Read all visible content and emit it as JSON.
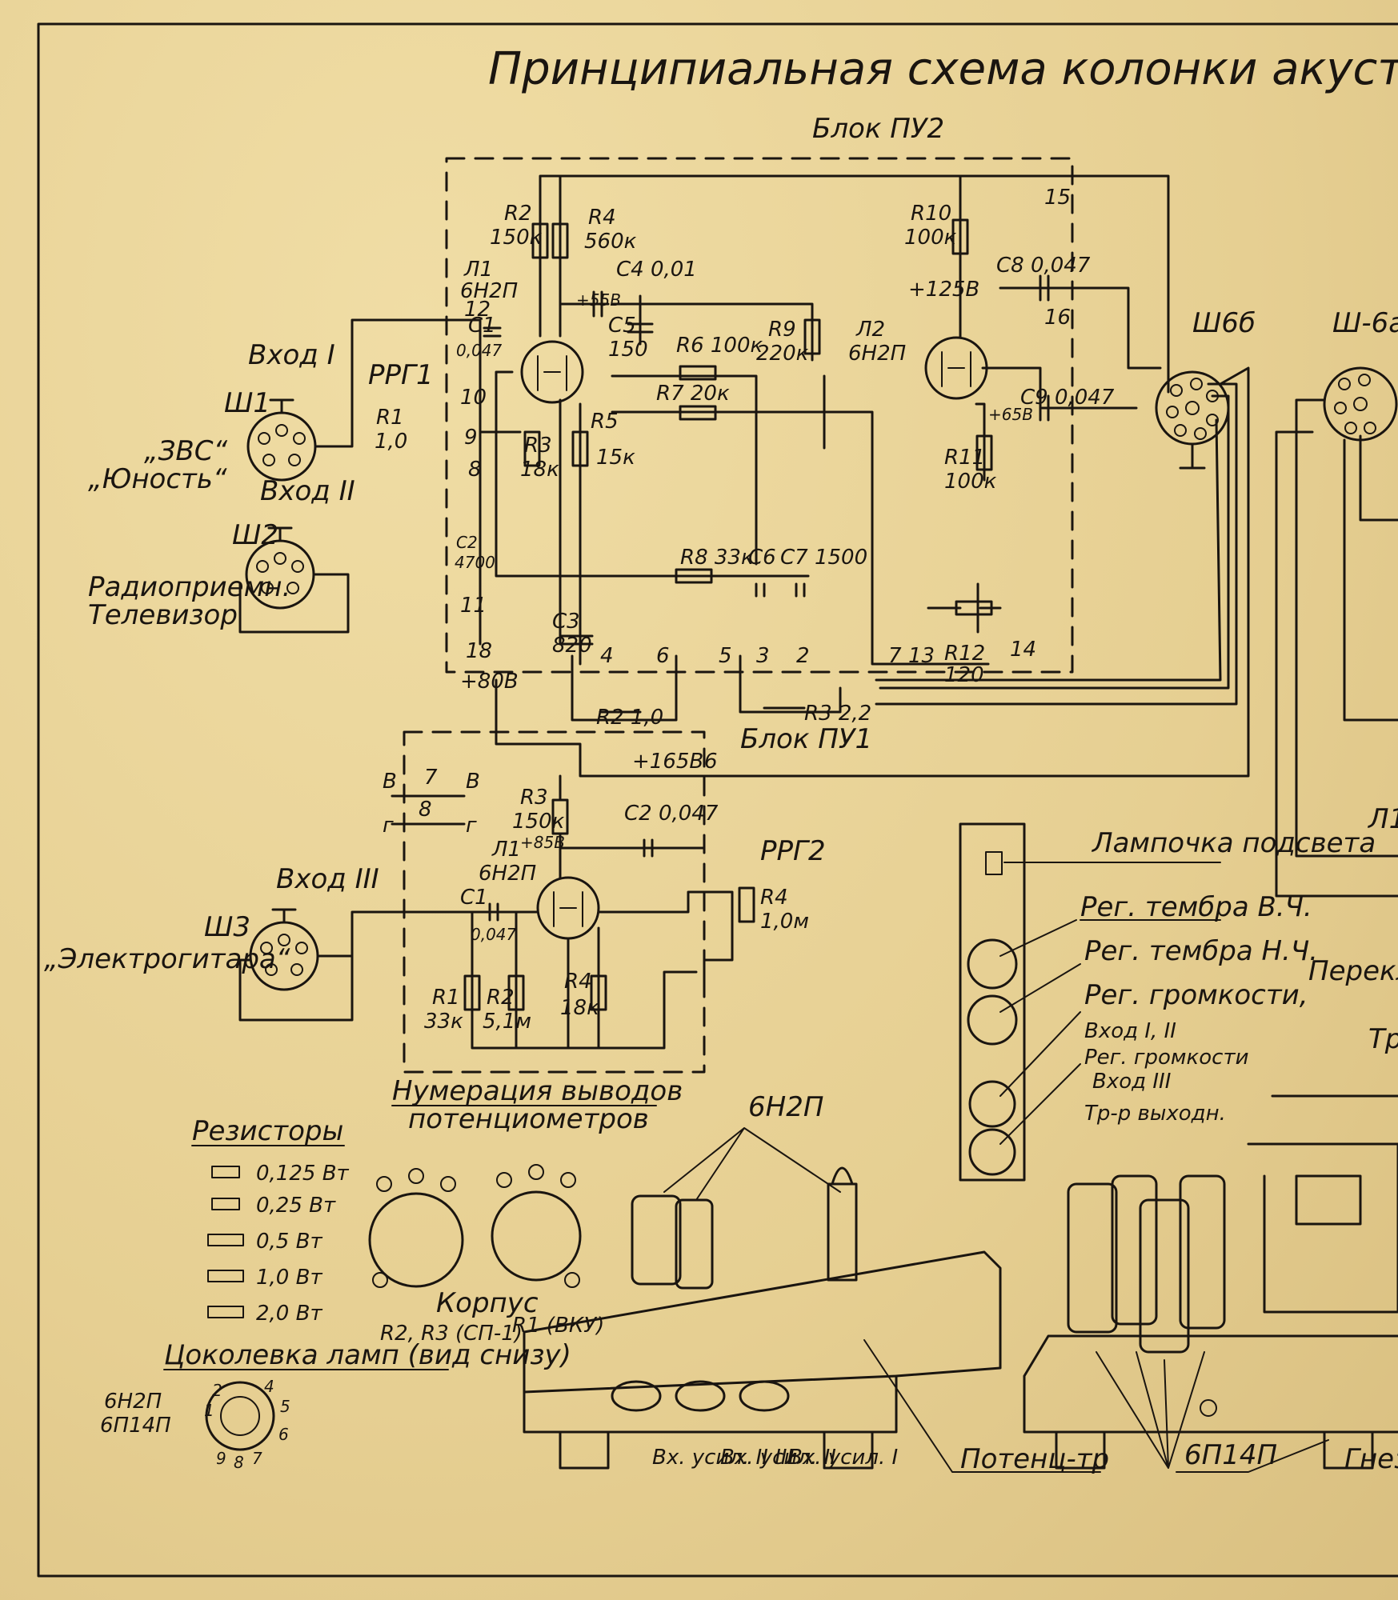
{
  "title": "Принципиальная схема колонки акуст",
  "block_pu2": "Блок ПУ2",
  "block_pu1": "Блок ПУ1",
  "inputs": {
    "in1": "Вход I",
    "in2": "Вход II",
    "in3": "Вход III",
    "sh1": "Ш1",
    "sh2": "Ш2",
    "sh3": "Ш3",
    "zvs": "„ЗВС“",
    "yunost": "„Юность“",
    "radio1": "Радиоприемн.",
    "radio2": "Телевизор",
    "guitar": "„Электрогитара“"
  },
  "pu2": {
    "rrg1": "РРГ1",
    "l1": "Л1",
    "l1_type": "6Н2П",
    "l2": "Л2",
    "l2_type": "6Н2П",
    "r1": "R1",
    "r1_val": "1,0",
    "r2": "R2",
    "r2_val": "150к",
    "r3": "R3",
    "r3_val": "18к",
    "r4": "R4",
    "r4_val": "560к",
    "r5": "R5",
    "r5_val": "15к",
    "r6": "R6 100к",
    "r7": "R7 20к",
    "r8": "R8 33к",
    "r9": "R9",
    "r9_val": "220к",
    "r10": "R10",
    "r10_val": "100к",
    "r11": "R11",
    "r11_val": "100к",
    "r12": "R12",
    "r12_val": "120",
    "c1": "C1",
    "c1_val": "0,047",
    "c2": "C2",
    "c2_val": "4700",
    "c3": "C3",
    "c3_val": "820",
    "c4": "C4 0,01",
    "c5": "C5",
    "c5_val": "150",
    "c6": "C6",
    "c7": "C7 1500",
    "c8": "C8 0,047",
    "c9": "C9 0,047",
    "v125": "+125В",
    "v65": "+65В",
    "v80": "+80В",
    "v55": "+55В",
    "pins": [
      "15",
      "16",
      "12",
      "10",
      "9",
      "8",
      "11",
      "18",
      "4",
      "6",
      "5",
      "3",
      "2",
      "7",
      "13",
      "14"
    ],
    "r2_pot": "R2 1,0",
    "r3_pot": "R3 2,2"
  },
  "connectors": {
    "sh6b": "Ш6б",
    "sh6a": "Ш-6а"
  },
  "rrg2_block": {
    "rrg2": "РРГ2",
    "l1": "Л1",
    "l1_type": "6Н2П",
    "r1": "R1",
    "r1_val": "33к",
    "r2": "R2",
    "r2_val": "5,1м",
    "r3": "R3",
    "r3_val": "150к",
    "r4": "R4",
    "r4_val": "1,0м",
    "r4b": "R4",
    "r4b_val": "18к",
    "c1": "C1",
    "c1_val": "0,047",
    "c2": "C2 0,047",
    "v165": "+165В",
    "v85": "+85В",
    "pin6": "6"
  },
  "panel": {
    "lamp": "Лампочка подсвета",
    "treble": "Рег. тембра В.Ч.",
    "bass": "Рег. тембра Н.Ч.",
    "vol12a": "Рег. громкости,",
    "vol12b": "Вход I, II",
    "vol3a": "Рег. громкости",
    "vol3b": "Вход III",
    "trans": "Тр-р выходн.",
    "switch": "Перекл",
    "tr": "Тр"
  },
  "legend": {
    "resistors": "Резисторы",
    "ratings": [
      "0,125 Вт",
      "0,25 Вт",
      "0,5 Вт",
      "1,0 Вт",
      "2,0 Вт"
    ],
    "numbering1": "Нумерация выводов",
    "numbering2": "потенциометров",
    "case1": "Корпус",
    "case2": "R2, R3 (СП-1)",
    "r1_vku": "R1 (ВКУ)",
    "socket": "Цоколевка ламп (вид снизу)",
    "t1": "6Н2П",
    "t2": "6П14П"
  },
  "assembly": {
    "tube_label": "6Н2П",
    "in1": "Вх. усил. II III",
    "in2": "Вх. усил. II",
    "in3": "Вх. усил. I",
    "pot": "Потенц-тр",
    "out_tubes": "6П14П",
    "jack": "Гнезд"
  }
}
